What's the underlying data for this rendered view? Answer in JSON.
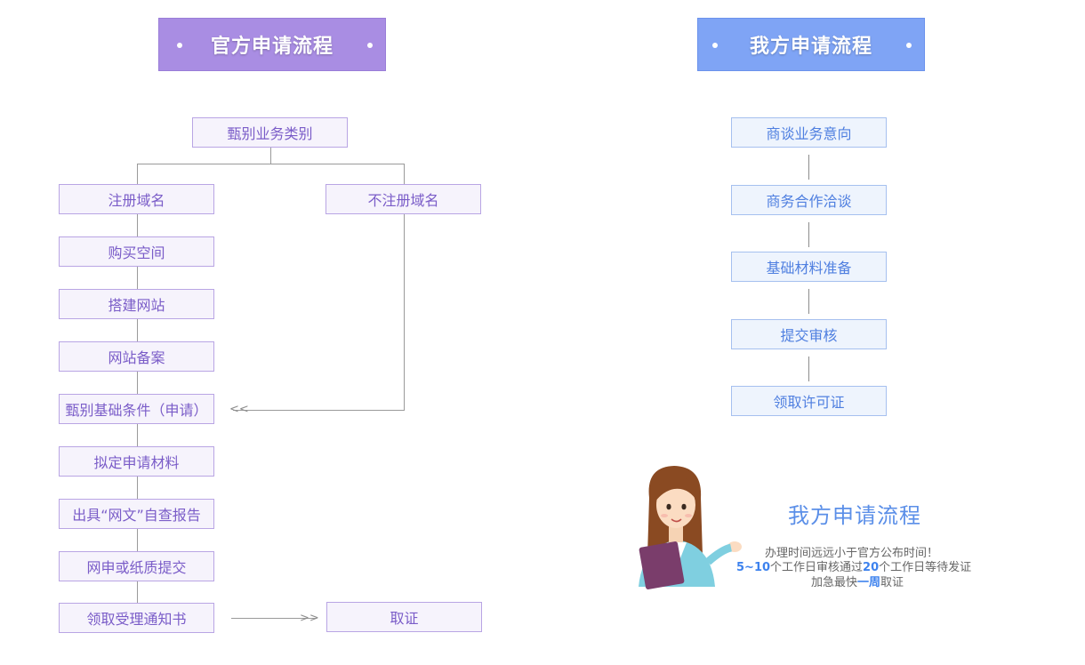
{
  "left": {
    "header": "官方申请流程",
    "top_node": "甄别业务类别",
    "branch_right": "不注册域名",
    "steps": [
      "注册域名",
      "购买空间",
      "搭建网站",
      "网站备案",
      "甄别基础条件（申请）",
      "拟定申请材料",
      "出具“网文”自查报告",
      "网申或纸质提交",
      "领取受理通知书"
    ],
    "final": "取证"
  },
  "right": {
    "header": "我方申请流程",
    "steps": [
      "商谈业务意向",
      "商务合作洽谈",
      "基础材料准备",
      "提交审核",
      "领取许可证"
    ]
  },
  "promo": {
    "title": "我方申请流程",
    "line1": "办理时间远远小于官方公布时间！",
    "line2_a": "5~10",
    "line2_b": "个工作日审核通过",
    "line2_c": "20",
    "line2_d": "个工作日等待发证",
    "line3_a": "加急最快",
    "line3_b": "一周",
    "line3_c": "取证"
  },
  "colors": {
    "purple": "#a98de3",
    "blue": "#7fa4f5"
  }
}
